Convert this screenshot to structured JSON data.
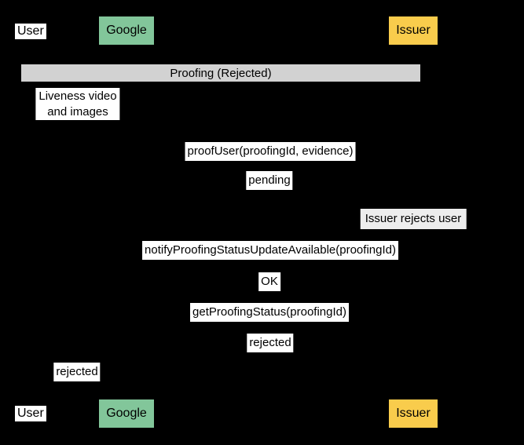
{
  "diagram": {
    "type": "sequence-diagram",
    "colors": {
      "background": "#000000",
      "google_fill": "#82C69A",
      "issuer_fill": "#F9CC4C",
      "divider_fill": "#D2D2D2",
      "message_label_fill": "#FFFFFF",
      "note_fill": "#EDEDED",
      "text": "#000000"
    },
    "actors": {
      "user": {
        "label": "User"
      },
      "google": {
        "label": "Google"
      },
      "issuer": {
        "label": "Issuer"
      }
    },
    "divider": {
      "label": "Proofing (Rejected)"
    },
    "messages": {
      "liveness": "Liveness video\nand images",
      "proof_user": "proofUser(proofingId, evidence)",
      "pending": "pending",
      "issuer_rejects_note": "Issuer rejects user",
      "notify": "notifyProofingStatusUpdateAvailable(proofingId)",
      "ok": "OK",
      "get_status": "getProofingStatus(proofingId)",
      "rejected_reply": "rejected",
      "rejected_to_user": "rejected"
    }
  }
}
